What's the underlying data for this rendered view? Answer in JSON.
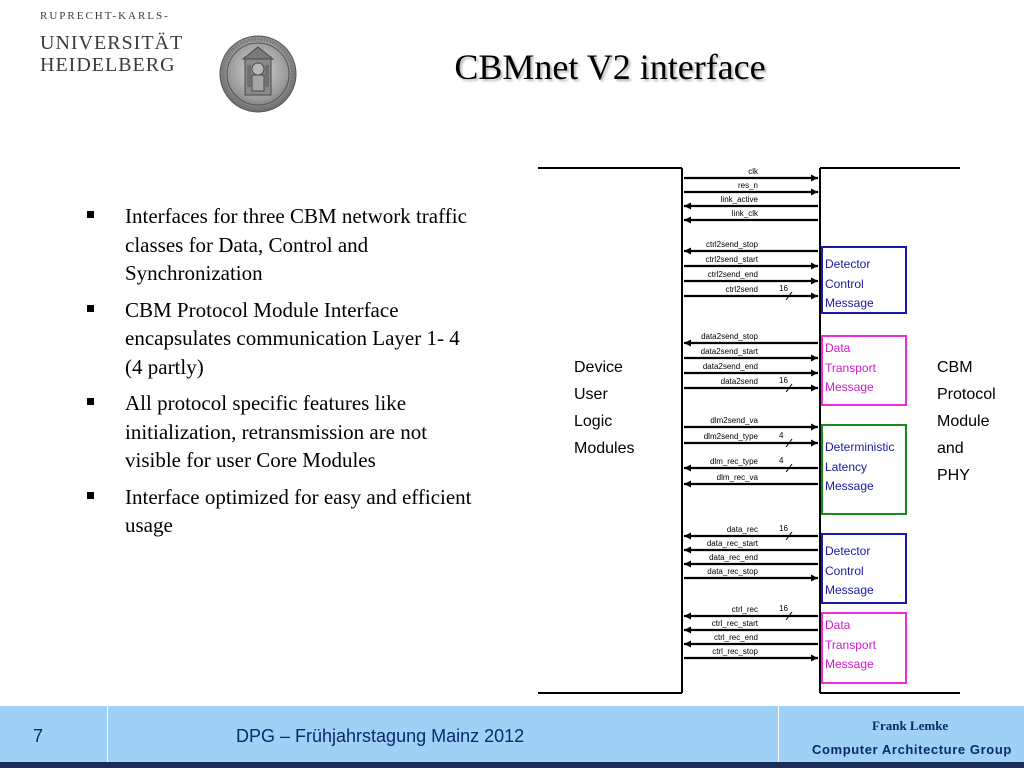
{
  "header": {
    "university_top": "RUPRECHT-KARLS-",
    "university_line1": "UNIVERSITÄT",
    "university_line2": "HEIDELBERG",
    "title": "CBMnet V2 interface"
  },
  "bullets": [
    "Interfaces for three CBM network traffic classes for Data, Control and Synchronization",
    "CBM Protocol Module Interface encapsulates communication Layer 1- 4  (4 partly)",
    "All protocol specific features like initialization, retransmission are not visible for user Core Modules",
    "Interface optimized for easy and efficient usage"
  ],
  "diagram": {
    "left_block_label": [
      "Device",
      "User",
      "Logic",
      "Modules"
    ],
    "right_block_label": [
      "CBM",
      "Protocol",
      "Module",
      "and",
      "PHY"
    ],
    "link_signals": [
      {
        "name": "clk",
        "dir": "right"
      },
      {
        "name": "res_n",
        "dir": "right"
      },
      {
        "name": "link_active",
        "dir": "left"
      },
      {
        "name": "link_clk",
        "dir": "left"
      }
    ],
    "groups": [
      {
        "message": [
          "Detector",
          "Control",
          "Message"
        ],
        "color": "blue",
        "signals": [
          {
            "name": "ctrl2send_stop",
            "dir": "left"
          },
          {
            "name": "ctrl2send_start",
            "dir": "right"
          },
          {
            "name": "ctrl2send_end",
            "dir": "right"
          },
          {
            "name": "ctrl2send",
            "dir": "right",
            "width": "16"
          }
        ]
      },
      {
        "message": [
          "Data",
          "Transport",
          "Message"
        ],
        "color": "magenta",
        "signals": [
          {
            "name": "data2send_stop",
            "dir": "left"
          },
          {
            "name": "data2send_start",
            "dir": "right"
          },
          {
            "name": "data2send_end",
            "dir": "right"
          },
          {
            "name": "data2send",
            "dir": "right",
            "width": "16"
          }
        ]
      },
      {
        "message": [
          "Deterministic",
          "Latency",
          "Message"
        ],
        "color": "green",
        "signals": [
          {
            "name": "dlm2send_va",
            "dir": "right"
          },
          {
            "name": "dlm2send_type",
            "dir": "right",
            "width": "4"
          },
          {
            "name": "dlm_rec_type",
            "dir": "left",
            "width": "4"
          },
          {
            "name": "dlm_rec_va",
            "dir": "left"
          }
        ]
      },
      {
        "message": [
          "Detector",
          "Control",
          "Message"
        ],
        "color": "blue",
        "signals": [
          {
            "name": "data_rec",
            "dir": "left",
            "width": "16"
          },
          {
            "name": "data_rec_start",
            "dir": "left"
          },
          {
            "name": "data_rec_end",
            "dir": "left"
          },
          {
            "name": "data_rec_stop",
            "dir": "right"
          }
        ]
      },
      {
        "message": [
          "Data",
          "Transport",
          "Message"
        ],
        "color": "magenta",
        "signals": [
          {
            "name": "ctrl_rec",
            "dir": "left",
            "width": "16"
          },
          {
            "name": "ctrl_rec_start",
            "dir": "left"
          },
          {
            "name": "ctrl_rec_end",
            "dir": "left"
          },
          {
            "name": "ctrl_rec_stop",
            "dir": "right"
          }
        ]
      }
    ]
  },
  "footer": {
    "page_number": "7",
    "conference": "DPG – Frühjahrstagung Mainz 2012",
    "author": "Frank Lemke",
    "group": "Computer Architecture Group"
  }
}
